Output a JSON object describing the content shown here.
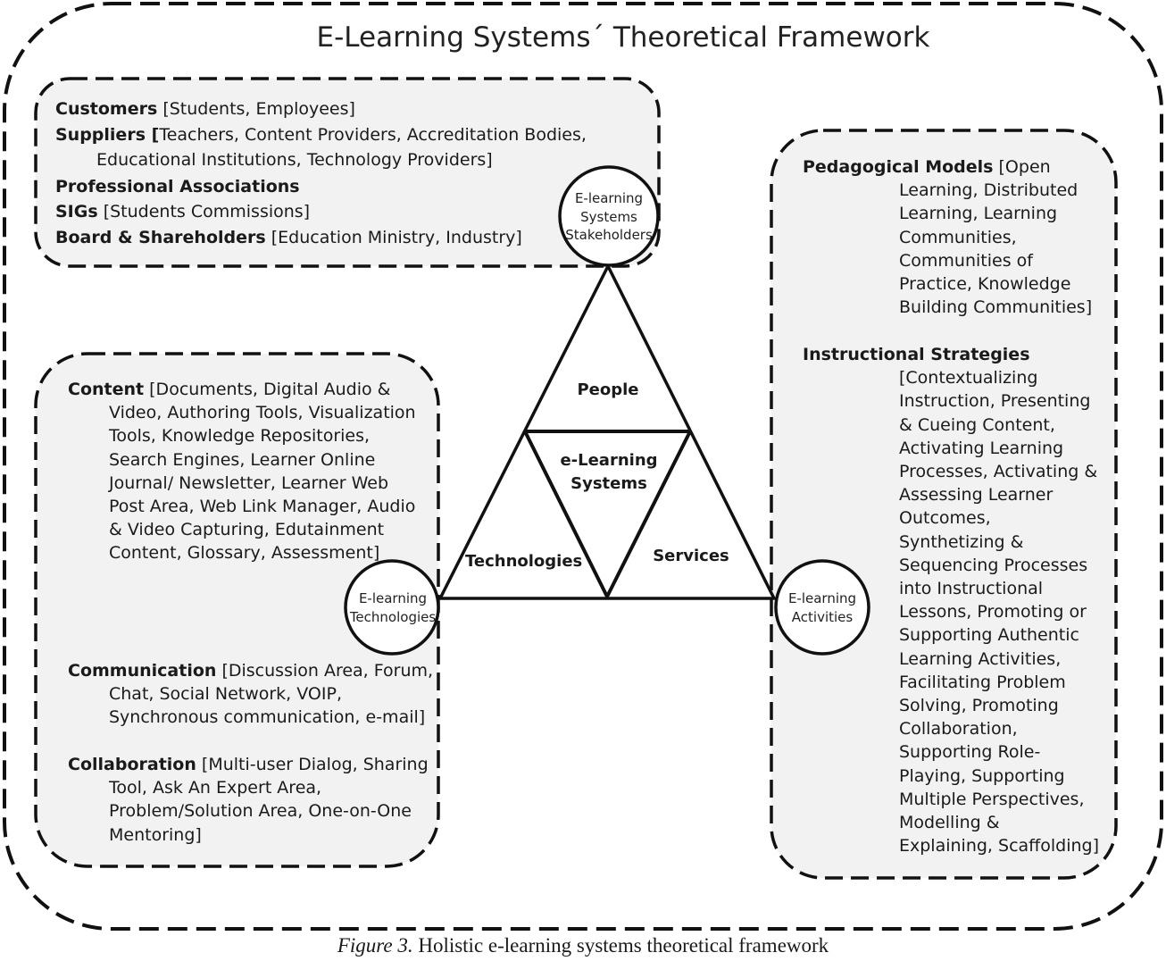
{
  "title": "E-Learning Systems´ Theoretical Framework",
  "caption": {
    "figure": "Figure 3.",
    "text": " Holistic e-learning systems theoretical framework"
  },
  "triangle": {
    "people": "People",
    "center_line1": "e-Learning",
    "center_line2": "Systems",
    "technologies": "Technologies",
    "services": "Services"
  },
  "circles": {
    "stakeholders": [
      "E-learning",
      "Systems",
      "Stakeholders"
    ],
    "technologies": [
      "E-learning",
      "Technologies"
    ],
    "activities": [
      "E-learning",
      "Activities"
    ]
  },
  "stakeholders_box": {
    "l1_b": "Customers",
    "l1_r": " [Students, Employees]",
    "l2_b": "Suppliers [",
    "l2_r": "Teachers, Content Providers, Accreditation Bodies,",
    "l3": "Educational Institutions, Technology Providers]",
    "l4_b": "Professional Associations",
    "l5_b": "SIGs",
    "l5_r": " [Students Commissions]",
    "l6_b": "Board & Shareholders",
    "l6_r": "  [Education Ministry, Industry]"
  },
  "technologies_box": {
    "content_b": "Content",
    "content_lines": [
      " [Documents, Digital Audio &",
      "Video, Authoring Tools, Visualization",
      "Tools, Knowledge Repositories,",
      "Search Engines, Learner Online",
      "Journal/ Newsletter, Learner Web",
      "Post Area, Web Link Manager, Audio",
      "& Video Capturing, Edutainment",
      "Content, Glossary, Assessment]"
    ],
    "communication_b": "Communication",
    "communication_lines": [
      " [Discussion Area, Forum,",
      "Chat, Social Network, VOIP,",
      "Synchronous communication, e-mail]"
    ],
    "collaboration_b": "Collaboration",
    "collaboration_lines": [
      " [Multi-user Dialog, Sharing",
      "Tool, Ask An Expert Area,",
      "Problem/Solution Area, One-on-One",
      "Mentoring]"
    ]
  },
  "activities_box": {
    "pedagogical_b": "Pedagogical Models",
    "pedagogical_lines": [
      " [Open",
      "Learning, Distributed",
      "Learning, Learning",
      "Communities,",
      "Communities of",
      "Practice, Knowledge",
      "Building Communities]"
    ],
    "instructional_b": "Instructional Strategies",
    "instructional_lines": [
      "[Contextualizing",
      "Instruction, Presenting",
      "& Cueing Content,",
      "Activating Learning",
      "Processes, Activating &",
      "Assessing Learner",
      "Outcomes,",
      "Synthetizing &",
      "Sequencing Processes",
      "into Instructional",
      "Lessons, Promoting or",
      "Supporting Authentic",
      "Learning Activities,",
      "Facilitating Problem",
      "Solving, Promoting",
      "Collaboration,",
      "Supporting Role-",
      "Playing, Supporting",
      "Multiple Perspectives,",
      "Modelling &",
      "Explaining, Scaffolding]"
    ]
  }
}
